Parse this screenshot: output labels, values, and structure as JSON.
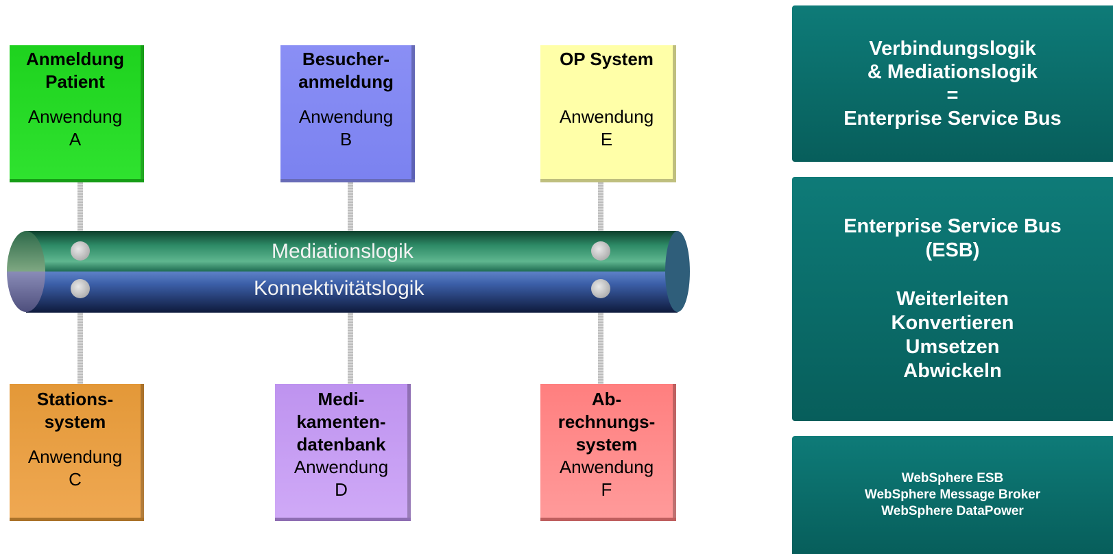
{
  "diagram": {
    "bus_upper_label": "Mediationslogik",
    "bus_lower_label": "Konnektivitätslogik",
    "applications": [
      {
        "id": "a",
        "title": "Anmeldung\nPatient",
        "app": "Anwendung\nA",
        "color": "#1ed21e"
      },
      {
        "id": "b",
        "title": "Besucher-\nanmeldung",
        "app": "Anwendung\nB",
        "color": "#8f93f5"
      },
      {
        "id": "e",
        "title": "OP System",
        "app": "Anwendung\nE",
        "color": "#ffffa8"
      },
      {
        "id": "c",
        "title": "Stations-\nsystem",
        "app": "Anwendung\nC",
        "color": "#e89c3c"
      },
      {
        "id": "d",
        "title": "Medi-\nkamenten-\ndatenbank",
        "app": "Anwendung\nD",
        "color": "#c69ef2"
      },
      {
        "id": "f",
        "title": "Ab-\nrechnungs-\nsystem",
        "app": "Anwendung\nF",
        "color": "#ff8a8a"
      }
    ]
  },
  "side_panels": {
    "definition": {
      "line1": "Verbindungslogik",
      "line2": "& Mediationslogik",
      "line3": "=",
      "line4": "Enterprise Service Bus"
    },
    "functions": {
      "title1": "Enterprise Service Bus",
      "title2": "(ESB)",
      "items": [
        "Weiterleiten",
        "Konvertieren",
        "Umsetzen",
        "Abwickeln"
      ]
    },
    "products": {
      "items": [
        "WebSphere ESB",
        "WebSphere Message Broker",
        "WebSphere DataPower"
      ]
    }
  }
}
